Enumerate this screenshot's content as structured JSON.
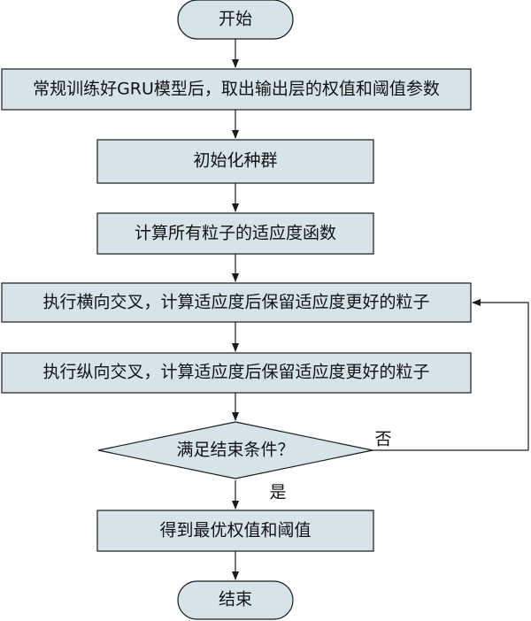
{
  "colors": {
    "node_fill": "#d6e4ea",
    "stroke": "#1a1a1a",
    "text": "#111111"
  },
  "nodes": {
    "start": "开始",
    "train": "常规训练好GRU模型后，取出输出层的权值和阈值参数",
    "init": "初始化种群",
    "fitness": "计算所有粒子的适应度函数",
    "horizontal": "执行横向交叉，计算适应度后保留适应度更好的粒子",
    "vertical": "执行纵向交叉，计算适应度后保留适应度更好的粒子",
    "condition": "满足结束条件？",
    "result": "得到最优权值和阈值",
    "end": "结束"
  },
  "edge_labels": {
    "no": "否",
    "yes": "是"
  }
}
